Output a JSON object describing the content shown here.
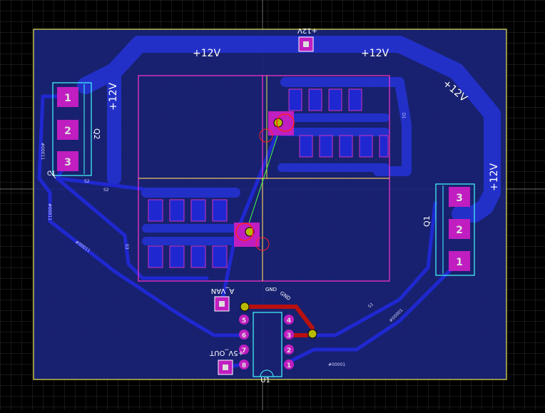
{
  "colors": {
    "background": "#000000",
    "grid": "#3a3a3a",
    "board": "#1a2a7a",
    "trace": "#1a24c8",
    "outline": "#e8e84a",
    "silk": "#ff33cc",
    "pad": "#c01ec0",
    "pad_label": "#e0e0e0",
    "red_trace": "#b81010",
    "ratsnest": "#44ff44",
    "text_white": "#ffffff",
    "text_small": "#d0d0ff"
  },
  "labels": {
    "net_12v_top_left": "+12V",
    "net_12v_top_right": "+12V",
    "net_12v_left_vertical": "+12V",
    "net_12v_right_diag": "+12V",
    "net_12v_right_vertical": "+12V",
    "test_point_top": "+12V",
    "ref_q2": "Q2",
    "ref_q1": "Q1",
    "ref_u1": "U1",
    "ref_c1": "C1",
    "gnd_1": "GND",
    "gnd_2": "GND",
    "test_point_mid": "A_VAN",
    "test_point_bottom": "+5V_OUT",
    "net_left_1": "#00011",
    "net_left_2": "#00011",
    "net_left_3": "#00011",
    "net_bottom_right_1": "#00001",
    "net_bottom_right_2": "#00001",
    "net_s1_right": "S1",
    "net_s2_top": "S2",
    "net_s2_left": "S2",
    "net_s3_left": "S3",
    "net_d1": "D1",
    "u1_pin_left_labels": [
      "5",
      "6",
      "7",
      "8"
    ],
    "u1_pin_right_labels": [
      "4",
      "3",
      "2",
      "1"
    ],
    "q2_pins": [
      "1",
      "2",
      "3"
    ],
    "q1_pins": [
      "3",
      "2",
      "1"
    ]
  }
}
